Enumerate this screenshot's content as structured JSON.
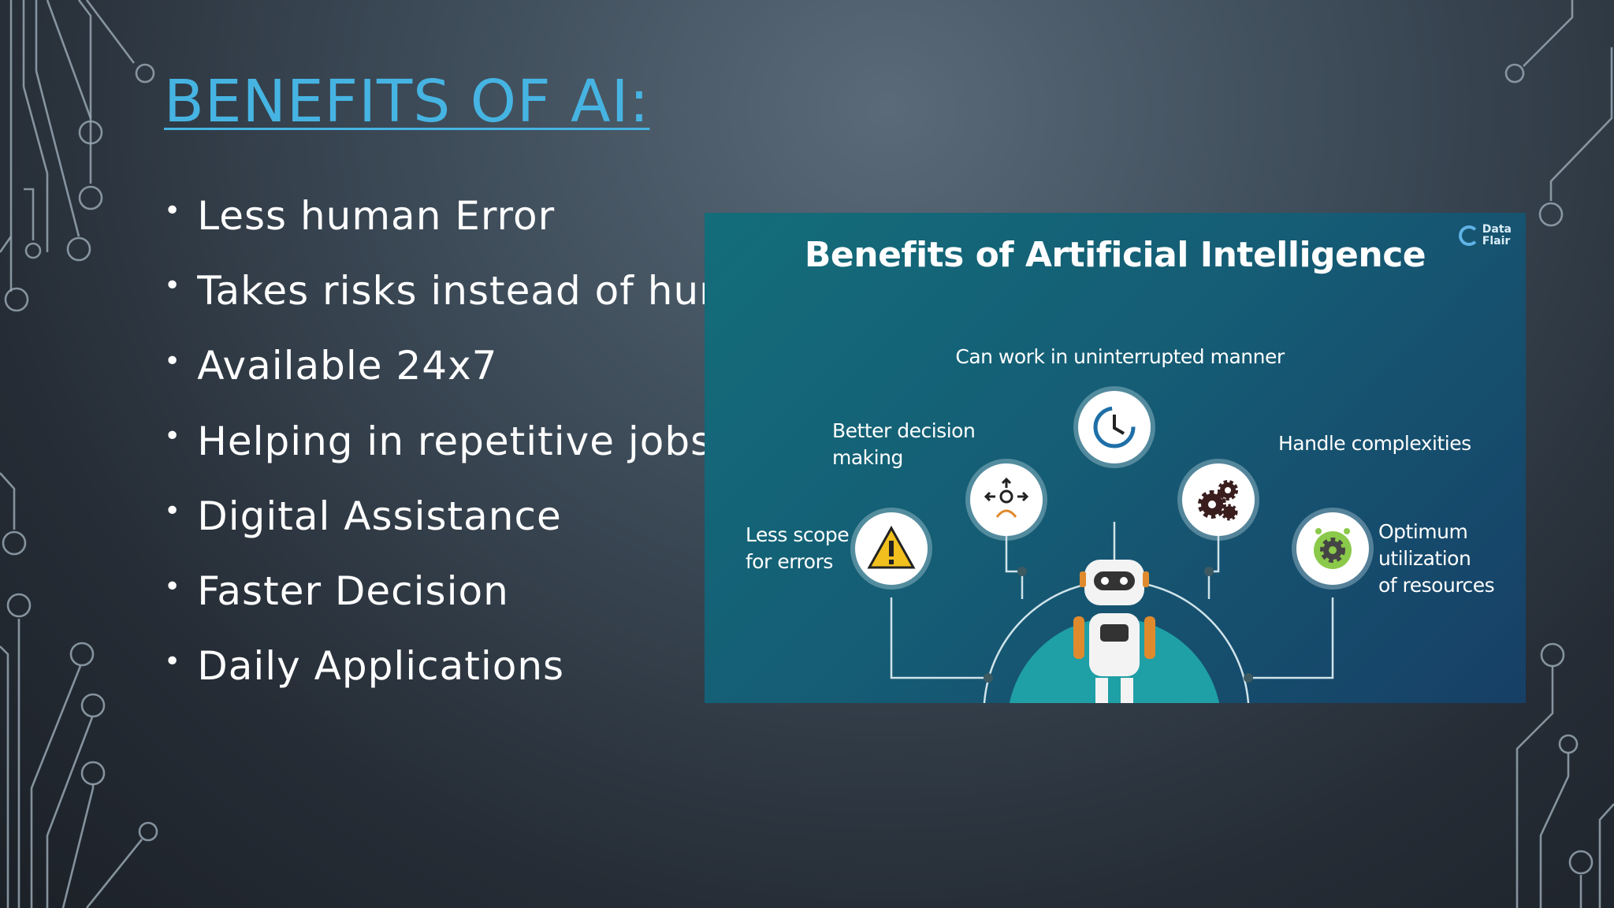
{
  "slide": {
    "title": "BENEFITS OF AI:",
    "bullets": [
      "Less human Error",
      "Takes risks instead of humans",
      "Available 24x7",
      "Helping in repetitive jobs",
      "Digital Assistance",
      "Faster Decision",
      "Daily Applications"
    ],
    "bullet_symbol": "•"
  },
  "infographic": {
    "title": "Benefits of Artificial Intelligence",
    "logo_text": [
      "Data",
      "Flair"
    ],
    "labels": {
      "top": "Can work in uninterrupted manner",
      "better_decision": [
        "Better decision",
        "making"
      ],
      "less_scope": [
        "Less scope",
        "for errors"
      ],
      "handle": "Handle complexities",
      "optimum": [
        "Optimum",
        "utilization",
        "of resources"
      ]
    },
    "icons": {
      "top": "clock-icon",
      "better_decision": "person-arrows-icon",
      "less_scope": "warning-icon",
      "handle": "gears-icon",
      "optimum": "gear-icon",
      "center": "robot-icon"
    }
  },
  "colors": {
    "title": "#46b4e2",
    "bullet_text": "#ffffff",
    "circuit": "#97a6b2",
    "infographic_bg": "#155d75",
    "robot_circle": "#1f9fa6"
  }
}
